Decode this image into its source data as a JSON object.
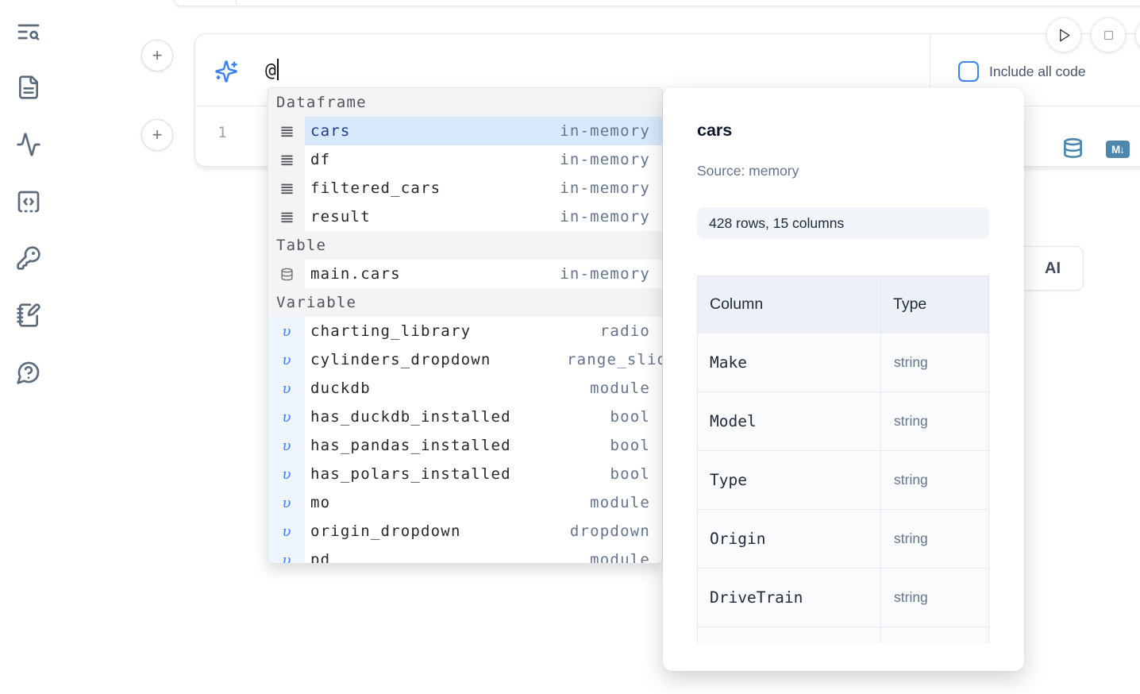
{
  "colors": {
    "accent": "#3b82f6",
    "selected_row": "#d8e9fb",
    "lang_icon": "#4e87ae"
  },
  "sidebar": {
    "items": [
      {
        "icon": "list-search-icon"
      },
      {
        "icon": "file-icon"
      },
      {
        "icon": "activity-icon"
      },
      {
        "icon": "code-square-icon"
      },
      {
        "icon": "key-icon"
      },
      {
        "icon": "notebook-pen-icon"
      },
      {
        "icon": "help-circle-icon"
      }
    ]
  },
  "cell": {
    "prompt_value": "@",
    "include_all_code_label": "Include all code",
    "line_number": "1",
    "markdown_badge": "M↓"
  },
  "ai_button": {
    "label": "AI"
  },
  "autocomplete": {
    "sections": [
      {
        "label": "Dataframe",
        "items": [
          {
            "icon": "dataframe-icon",
            "name": "cars",
            "type": "in-memory",
            "selected": true
          },
          {
            "icon": "dataframe-icon",
            "name": "df",
            "type": "in-memory"
          },
          {
            "icon": "dataframe-icon",
            "name": "filtered_cars",
            "type": "in-memory"
          },
          {
            "icon": "dataframe-icon",
            "name": "result",
            "type": "in-memory"
          }
        ]
      },
      {
        "label": "Table",
        "items": [
          {
            "icon": "database-icon",
            "name": "main.cars",
            "type": "in-memory"
          }
        ]
      },
      {
        "label": "Variable",
        "items": [
          {
            "icon": "variable-icon",
            "name": "charting_library",
            "type": "radio"
          },
          {
            "icon": "variable-icon",
            "name": "cylinders_dropdown",
            "type": "range_slider"
          },
          {
            "icon": "variable-icon",
            "name": "duckdb",
            "type": "module"
          },
          {
            "icon": "variable-icon",
            "name": "has_duckdb_installed",
            "type": "bool"
          },
          {
            "icon": "variable-icon",
            "name": "has_pandas_installed",
            "type": "bool"
          },
          {
            "icon": "variable-icon",
            "name": "has_polars_installed",
            "type": "bool"
          },
          {
            "icon": "variable-icon",
            "name": "mo",
            "type": "module"
          },
          {
            "icon": "variable-icon",
            "name": "origin_dropdown",
            "type": "dropdown"
          },
          {
            "icon": "variable-icon",
            "name": "pd",
            "type": "module"
          }
        ]
      }
    ]
  },
  "preview": {
    "title": "cars",
    "source": "Source: memory",
    "shape": "428 rows, 15 columns",
    "table": {
      "headers": [
        "Column",
        "Type"
      ],
      "rows": [
        {
          "name": "Make",
          "type": "string"
        },
        {
          "name": "Model",
          "type": "string"
        },
        {
          "name": "Type",
          "type": "string"
        },
        {
          "name": "Origin",
          "type": "string"
        },
        {
          "name": "DriveTrain",
          "type": "string"
        }
      ]
    }
  }
}
